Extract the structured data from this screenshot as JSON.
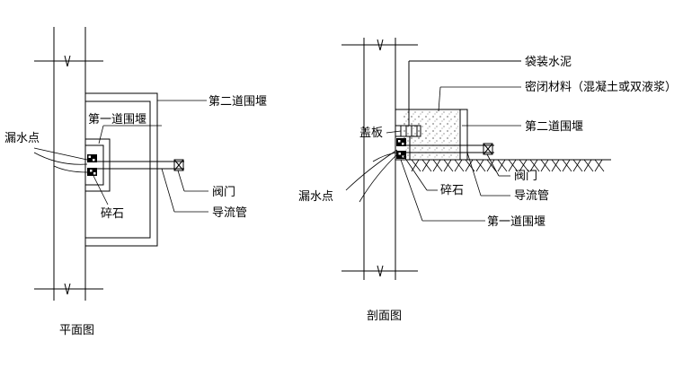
{
  "plan_view": {
    "caption": "平面图",
    "labels": {
      "second_cofferdam": "第二道围堰",
      "first_cofferdam": "第一道围堰",
      "leak_point": "漏水点",
      "gravel": "碎石",
      "valve": "阀门",
      "drain_pipe": "导流管"
    }
  },
  "section_view": {
    "caption": "剖面图",
    "labels": {
      "bagged_cement": "袋装水泥",
      "sealing_material": "密闭材料（混凝土或双液浆）",
      "cover_plate": "盖板",
      "second_cofferdam": "第二道围堰",
      "leak_point": "漏水点",
      "gravel": "碎石",
      "valve": "阀门",
      "drain_pipe": "导流管",
      "first_cofferdam": "第一道围堰"
    }
  }
}
